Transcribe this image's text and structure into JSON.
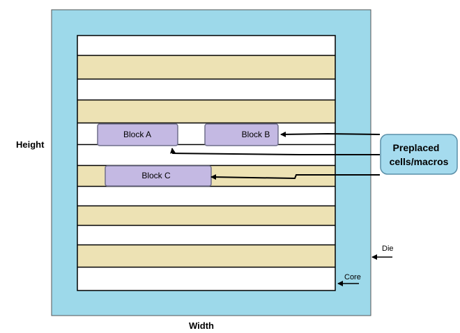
{
  "labels": {
    "height": "Height",
    "width": "Width",
    "die": "Die",
    "core": "Core"
  },
  "blocks": {
    "a": "Block A",
    "b": "Block B",
    "c": "Block C"
  },
  "callout": {
    "line1": "Preplaced",
    "line2": "cells/macros"
  },
  "colors": {
    "die": "#9dd9ea",
    "core_row_light": "#ffffff",
    "core_row_tan": "#ede2b4",
    "block_fill": "#c4b9e3",
    "block_border": "#6e6e8a",
    "callout_fill": "#a5dbee",
    "callout_border": "#5a8fa8"
  }
}
